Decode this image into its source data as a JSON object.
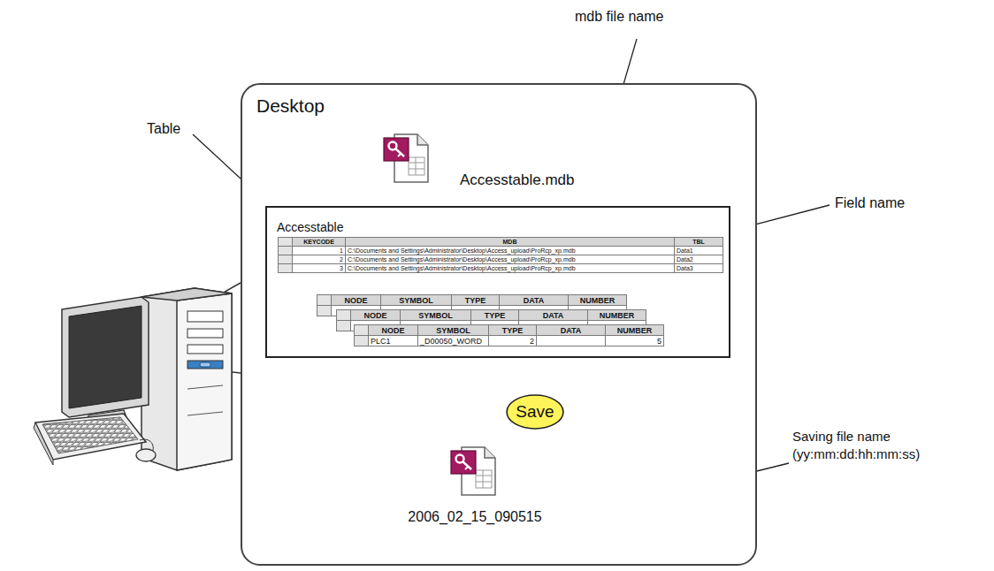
{
  "diagram": {
    "nodes": [
      {
        "text": [
          "Desktop"
        ]
      },
      {
        "text": [
          "Accesstable.mdb"
        ],
        "in": 0
      },
      {
        "text": [
          "Accesstable"
        ],
        "in": 0
      },
      {
        "text": [
          "Save"
        ],
        "in": 0
      },
      {
        "text": [
          "2006_02_15_090515"
        ],
        "in": 0
      }
    ],
    "edges": [
      {
        "from": 2,
        "to": 4,
        "arrow": "to"
      }
    ],
    "labels": [
      "mdb file name",
      "Table",
      "Field name",
      "Saving file name (yy:mm:dd:hh:mm:ss)",
      "KEYCODE",
      "MDB",
      "TBL",
      "1",
      "C:\\Documents and Settings\\Administrator\\Desktop\\Access_upload\\ProRcp_xp.mdb",
      "Data1",
      "2",
      "C:\\Documents and Settings\\Administrator\\Desktop\\Access_upload\\ProRcp_xp.mdb",
      "Data2",
      "3",
      "C:\\Documents and Settings\\Administrator\\Desktop\\Access_upload\\ProRcp_xp.mdb",
      "Data3",
      "NODE",
      "SYMBOL",
      "TYPE",
      "DATA",
      "NUMBER",
      "NODE",
      "SYMBOL",
      "TYPE",
      "DATA",
      "NUMBER",
      "NODE",
      "SYMBOL",
      "TYPE",
      "DATA",
      "NUMBER",
      "PLC1",
      "_D00050_WORD",
      "2",
      "5"
    ]
  }
}
